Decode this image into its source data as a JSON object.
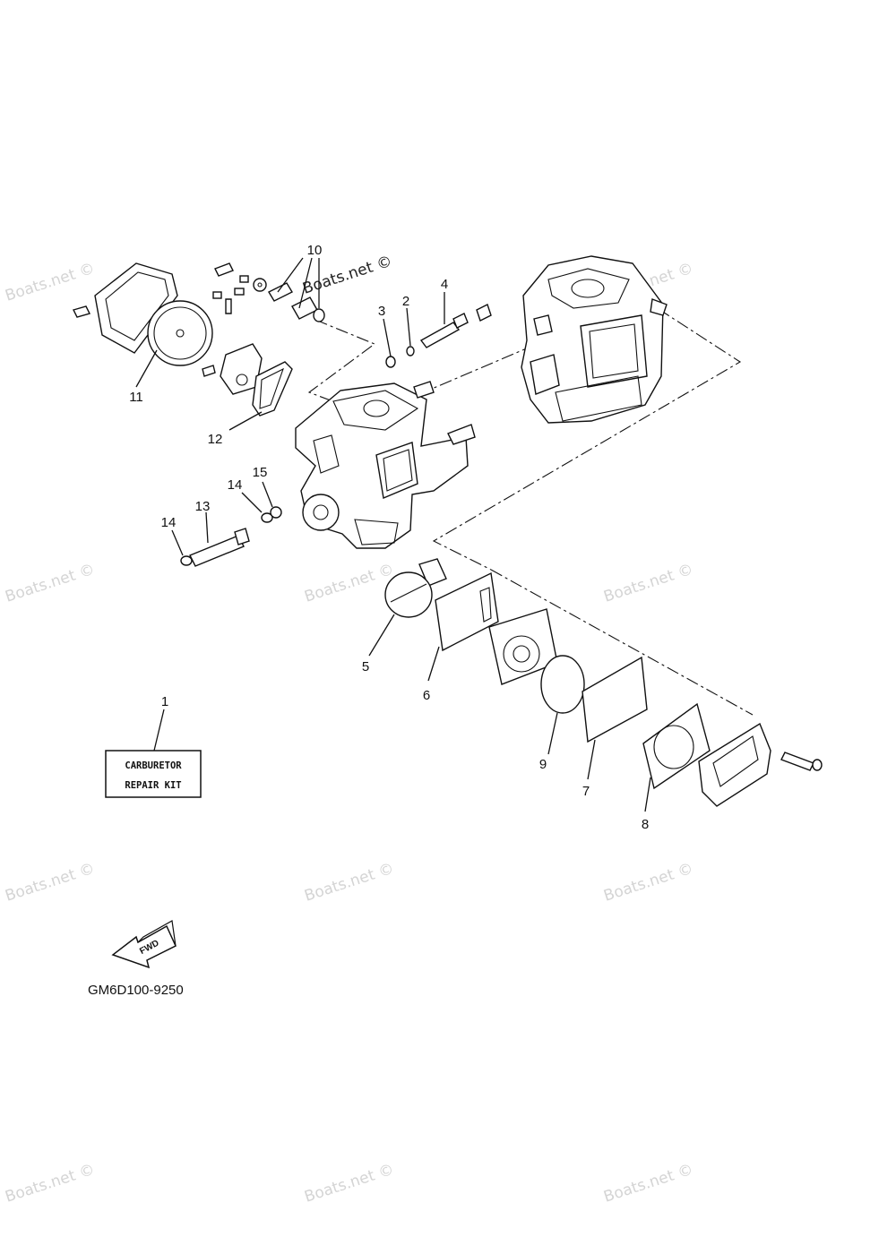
{
  "watermark": "Boats.net ©",
  "callouts": {
    "1": "1",
    "2": "2",
    "3": "3",
    "4": "4",
    "5": "5",
    "6": "6",
    "7": "7",
    "8": "8",
    "9": "9",
    "10": "10",
    "11": "11",
    "12": "12",
    "13": "13",
    "14a": "14",
    "14b": "14",
    "15": "15"
  },
  "repair_kit": {
    "line1": "CARBURETOR",
    "line2": "REPAIR KIT"
  },
  "fwd_label": "FWD",
  "diagram_code": "GM6D100-9250"
}
